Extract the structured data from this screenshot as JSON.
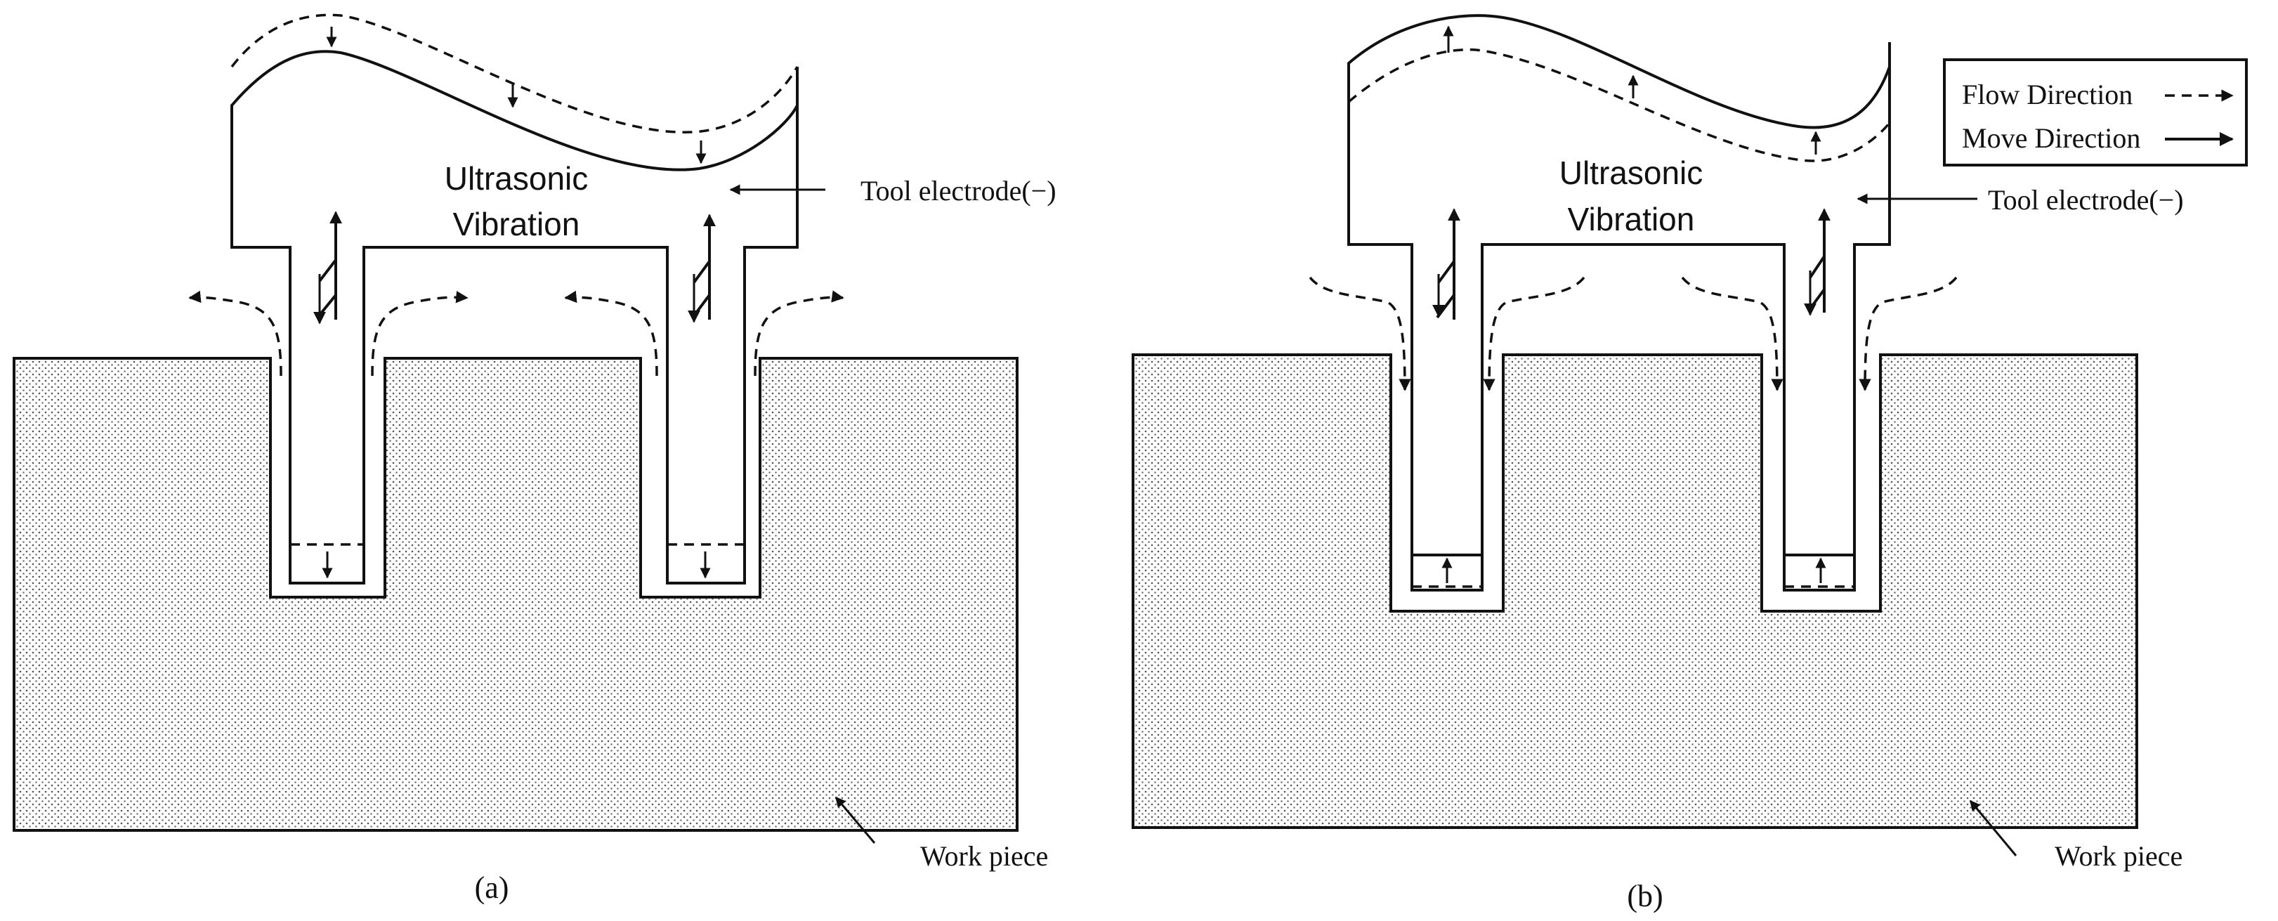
{
  "legend": {
    "flow_label": "Flow Direction",
    "move_label": "Move Direction"
  },
  "panels": [
    {
      "id": "a",
      "caption": "(a)",
      "vibration_line1": "Ultrasonic",
      "vibration_line2": "Vibration",
      "tool_label": "Tool electrode(−)",
      "workpiece_label": "Work piece"
    },
    {
      "id": "b",
      "caption": "(b)",
      "vibration_line1": "Ultrasonic",
      "vibration_line2": "Vibration",
      "tool_label": "Tool electrode(−)",
      "workpiece_label": "Work piece"
    }
  ]
}
